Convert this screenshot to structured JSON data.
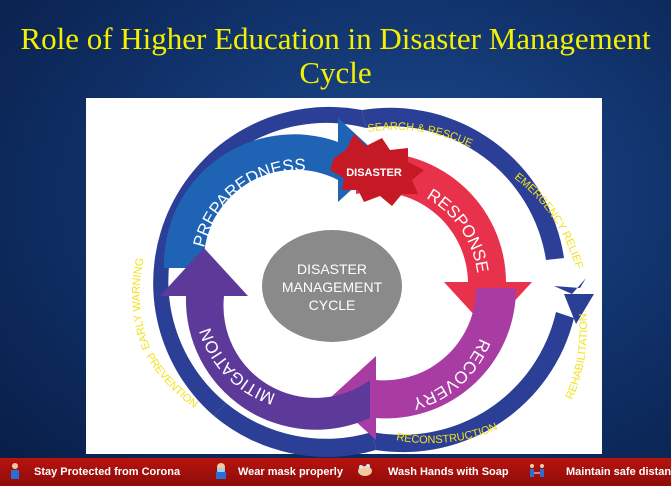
{
  "slide": {
    "title_line1": "Role of Higher Education in Disaster Management",
    "title_line2": "Cycle"
  },
  "diagram": {
    "center": [
      "DISASTER",
      "MANAGEMENT",
      "CYCLE"
    ],
    "disaster_badge": "DISASTER",
    "phases": {
      "preparedness": "PREPAREDNESS",
      "response": "RESPONSE",
      "recovery": "RECOVERY",
      "mitigation": "MITIGATION"
    },
    "outer_labels": {
      "early_warning": "EARLY WARNING",
      "search_rescue": "SEARCH & RESCUE",
      "emergency_relief": "EMERGENCY RELIEF",
      "rehabilitation": "REHABILITATION",
      "reconstruction": "RECONSTRUCTION",
      "prevention": "PREVENTION"
    },
    "colors": {
      "preparedness": "#1f63b4",
      "response": "#e8324c",
      "recovery": "#a93ca2",
      "mitigation": "#5d3a9a",
      "outer_ring": "#2b3f97",
      "center": "#8a8a8a"
    }
  },
  "banner": {
    "items": [
      "Stay Protected from Corona",
      "Wear mask properly",
      "Wash Hands with Soap",
      "Maintain safe distance"
    ]
  }
}
